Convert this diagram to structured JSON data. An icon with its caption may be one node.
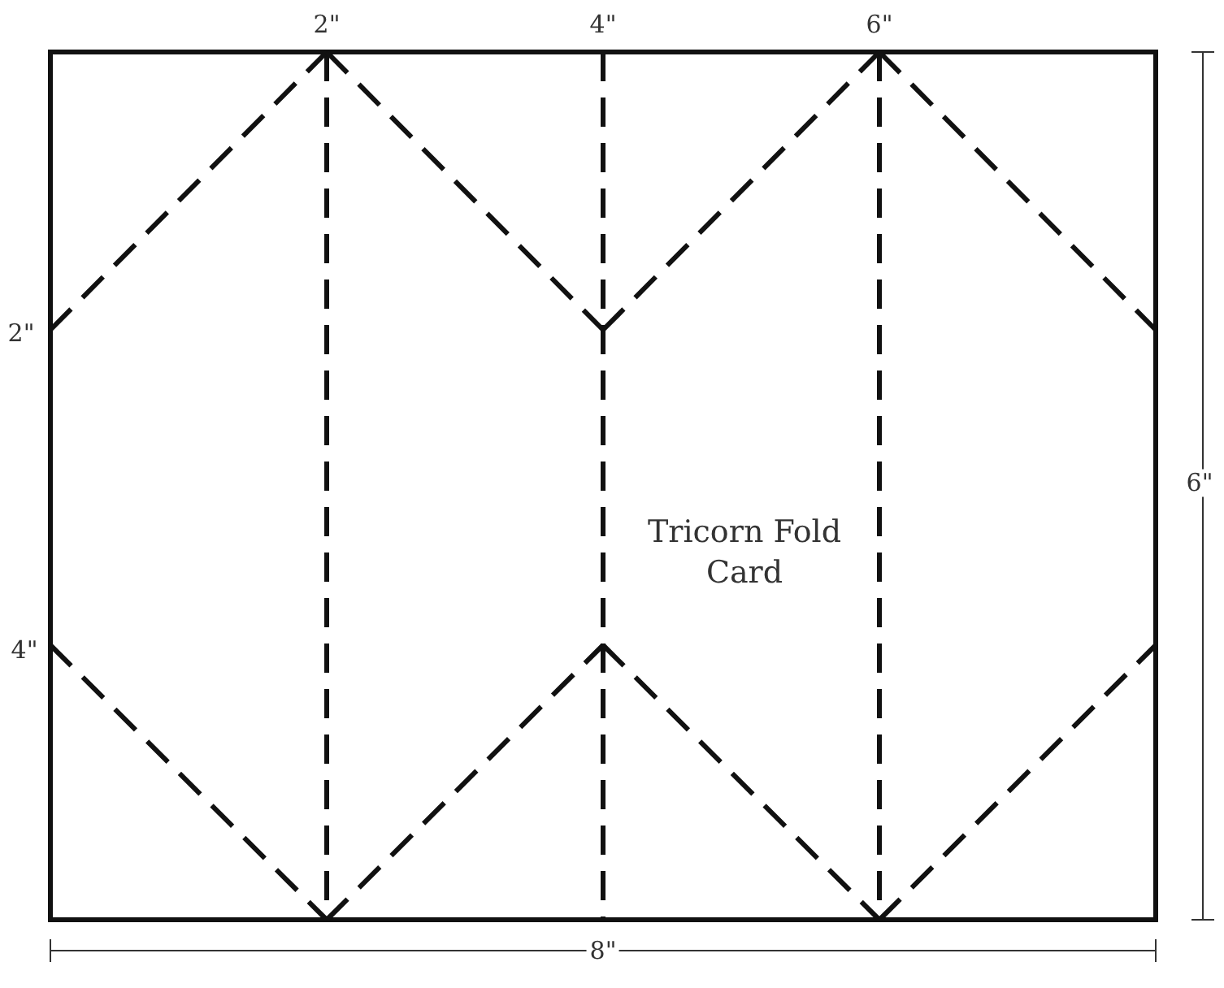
{
  "diagram": {
    "labels": [
      "2\"",
      "4\"",
      "6\"",
      "2\"",
      "6\"",
      "Tricorn Fold Card",
      "4\"",
      "8\""
    ]
  }
}
